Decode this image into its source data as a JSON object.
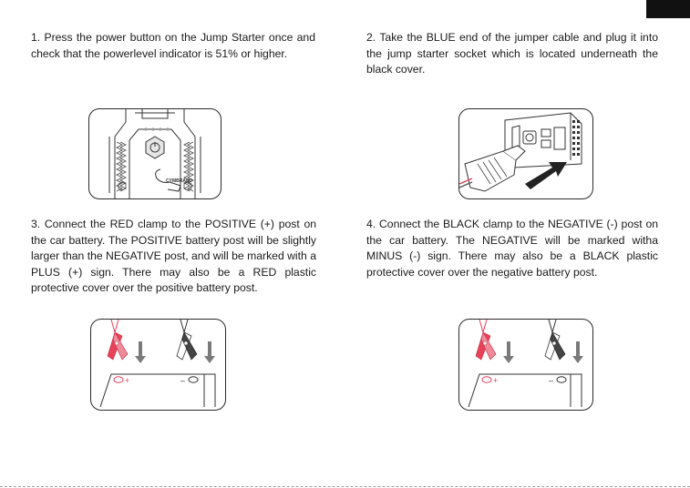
{
  "steps": [
    {
      "number": "1.",
      "text": "1. Press the power button on the Jump Starter once and check that the powerlevel indicator is 51% or higher."
    },
    {
      "number": "2.",
      "text": "2. Take the BLUE end of the jumper cable and plug it into the jump starter socket which is located underneath the black cover."
    },
    {
      "number": "3.",
      "text": "3. Connect the RED clamp to the POSITIVE (+) post on the car battery. The POSITIVE battery post will be slightly larger than the NEGATIVE post, and will be marked with a PLUS (+) sign. There may also be a RED plastic protective cover over the positive battery post."
    },
    {
      "number": "4.",
      "text": "4. Connect the BLACK clamp to the NEGATIVE (-) post on the car battery. The NEGATIVE will be marked witha MINUS (-) sign. There may also be a BLACK plastic protective cover over the negative battery post."
    }
  ],
  "illustrations": {
    "battery_plus": "+",
    "battery_minus": "–",
    "brand_mark": "CYMBRAND"
  },
  "colors": {
    "red_clamp": "#e8415a",
    "black_clamp": "#2b2b2b",
    "arrow": "#7a7a7a",
    "corner_tab": "#111111"
  }
}
